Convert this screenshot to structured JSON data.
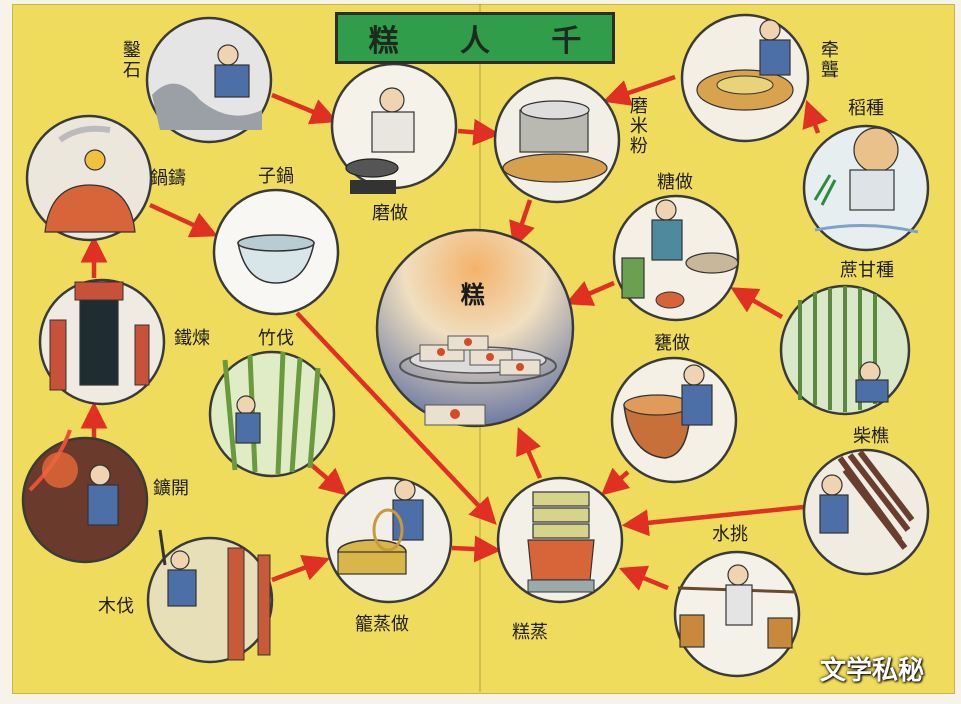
{
  "title": {
    "chars": [
      "糕",
      "人",
      "千"
    ]
  },
  "center": {
    "label": "糕"
  },
  "nodes": {
    "stone_chisel": "鑿石",
    "grinding": "磨做",
    "rice_powder": "磨米粉",
    "pulling": "牵聾",
    "rice_seed": "稻種",
    "cast_pot": "鍋鑄",
    "pot": "子鍋",
    "make_sugar": "糖做",
    "sugarcane": "蔗甘種",
    "iron": "鐵煉",
    "bamboo": "竹伐",
    "make_basin": "甕做",
    "firewood": "柴樵",
    "mining": "鑛開",
    "steamer": "籠蒸做",
    "steam_cake": "糕蒸",
    "water": "水挑",
    "wood": "木伐"
  },
  "colors": {
    "poster": "#f0dc5c",
    "arrow": "#e03024",
    "title_bg": "#2f9d4a"
  },
  "watermark": "文学私秘"
}
